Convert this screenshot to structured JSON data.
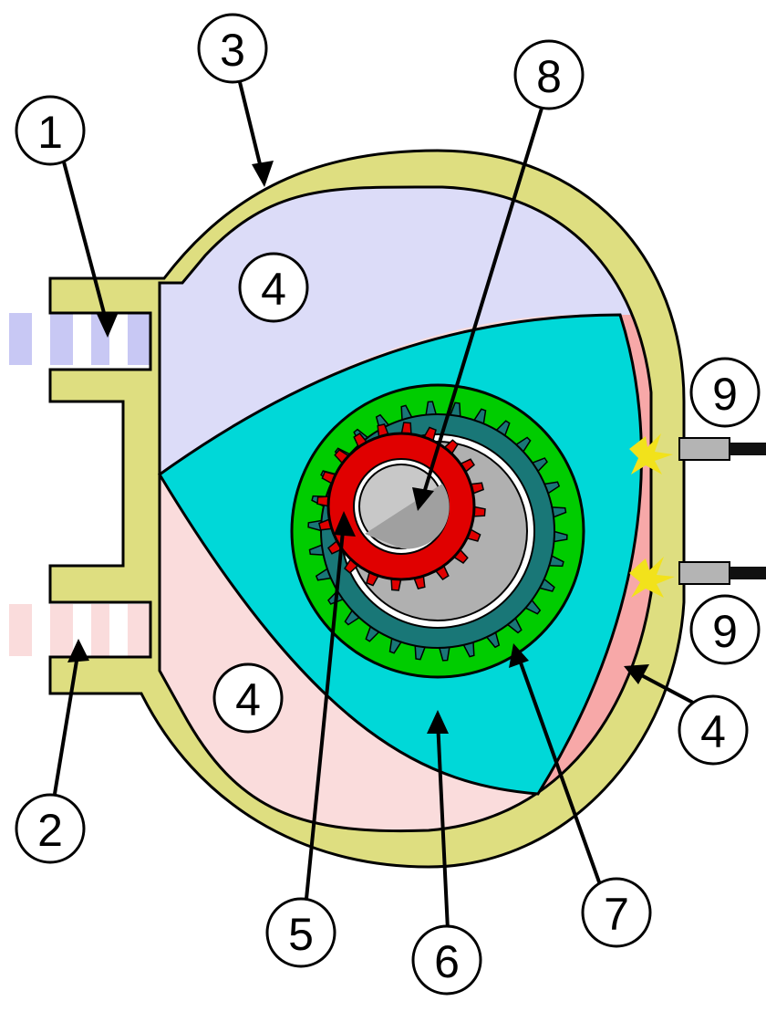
{
  "colors": {
    "housing": "#dede80",
    "intake_chamber": "#dcdcf8",
    "exhaust_chamber": "#fadcdc",
    "compression_chamber": "#f7a8a8",
    "rotor": "#00d8d8",
    "stationary_gear_ring": "#00cc00",
    "rotor_internal_gear": "#197777",
    "output_shaft_gear": "#e00000",
    "eccentric": "#b0b0b0",
    "spark": "#f2e21b",
    "intake_flow": "#c8c8f4",
    "exhaust_flow": "#fadcdc"
  },
  "callouts": [
    {
      "id": "callout-1",
      "label": "1"
    },
    {
      "id": "callout-2",
      "label": "2"
    },
    {
      "id": "callout-3",
      "label": "3"
    },
    {
      "id": "callout-4a",
      "label": "4"
    },
    {
      "id": "callout-4b",
      "label": "4"
    },
    {
      "id": "callout-4c",
      "label": "4"
    },
    {
      "id": "callout-5",
      "label": "5"
    },
    {
      "id": "callout-6",
      "label": "6"
    },
    {
      "id": "callout-7",
      "label": "7"
    },
    {
      "id": "callout-8",
      "label": "8"
    },
    {
      "id": "callout-9a",
      "label": "9"
    },
    {
      "id": "callout-9b",
      "label": "9"
    }
  ]
}
